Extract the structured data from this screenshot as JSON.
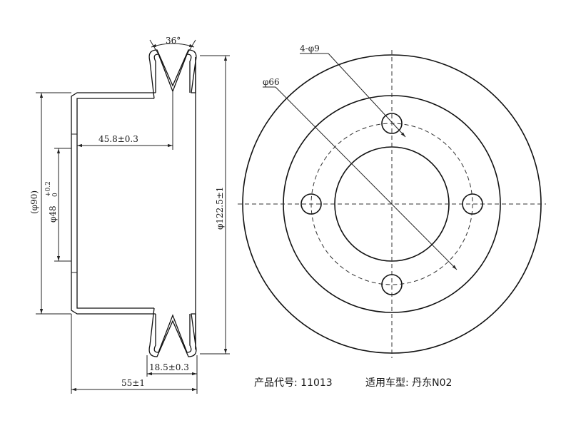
{
  "side_view": {
    "angle": "36°",
    "depth_inner": "45.8±0.3",
    "diameter_outer_ref": "(φ90)",
    "bore": "φ48",
    "bore_tol_upper": "+0.2",
    "bore_tol_lower": "0",
    "diameter_rim": "φ122.5±1",
    "groove_offset": "18.5±0.3",
    "overall_width": "55±1"
  },
  "front_view": {
    "holes_label": "4-φ9",
    "pcd_label": "φ66"
  },
  "caption": {
    "product_code": "产品代号:  11013",
    "vehicle": "适用车型:  丹东N02"
  }
}
